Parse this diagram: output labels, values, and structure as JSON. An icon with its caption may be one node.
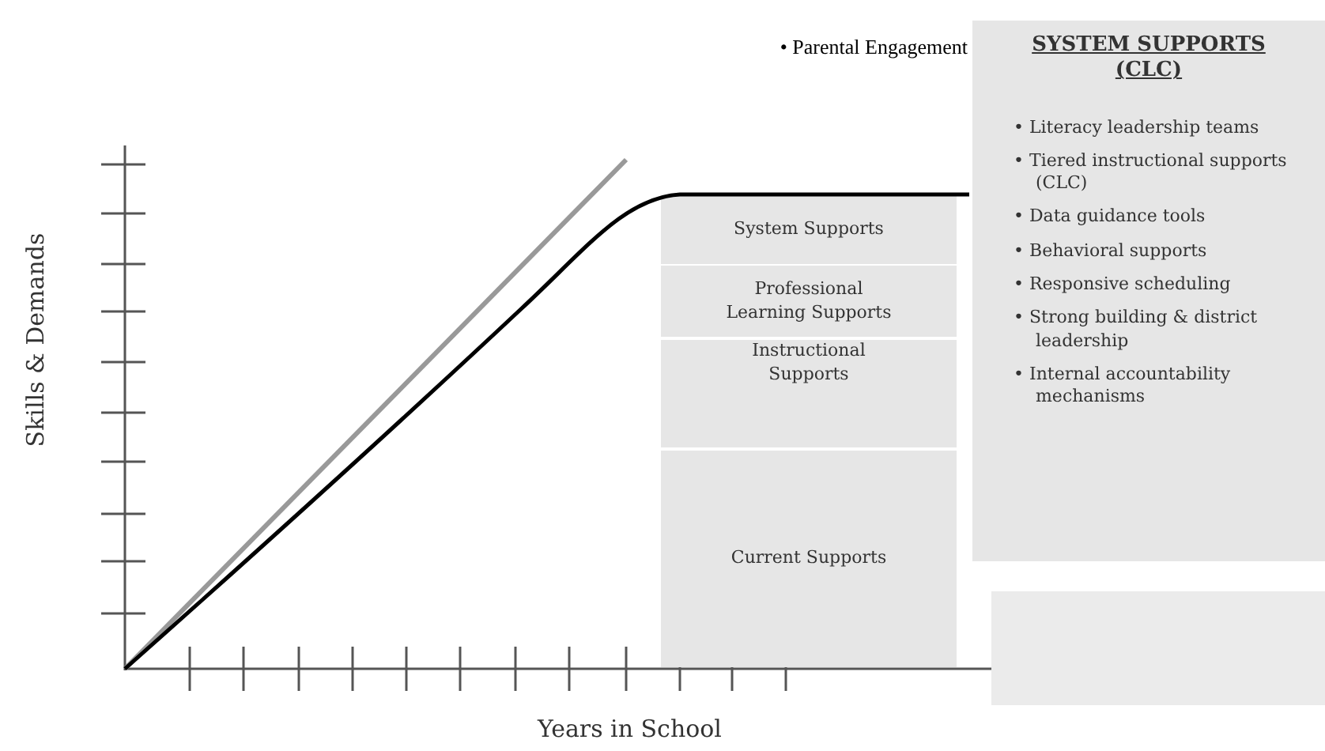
{
  "diagram": {
    "nodes": [
      {
        "text": [
          "System Supports"
        ]
      },
      {
        "text": [
          "Professional Learning Supports"
        ]
      },
      {
        "text": [
          "Instructional Supports"
        ]
      },
      {
        "text": [
          "Current Supports"
        ]
      },
      {
        "text": [
          "SYSTEM SUPPORTS (CLC)",
          "• Literacy leadership teams",
          "• Tiered instructional supports (CLC)",
          "• Data guidance tools",
          "• Behavioral supports",
          "• Responsive scheduling",
          "• Strong building & district leadership",
          "• Internal accountability mechanisms"
        ]
      },
      {
        "text": [],
        "shape": "box"
      }
    ],
    "edges": [],
    "labels": [
      "• Parental Engagement",
      "Skills & Demands",
      "Years in School"
    ]
  }
}
